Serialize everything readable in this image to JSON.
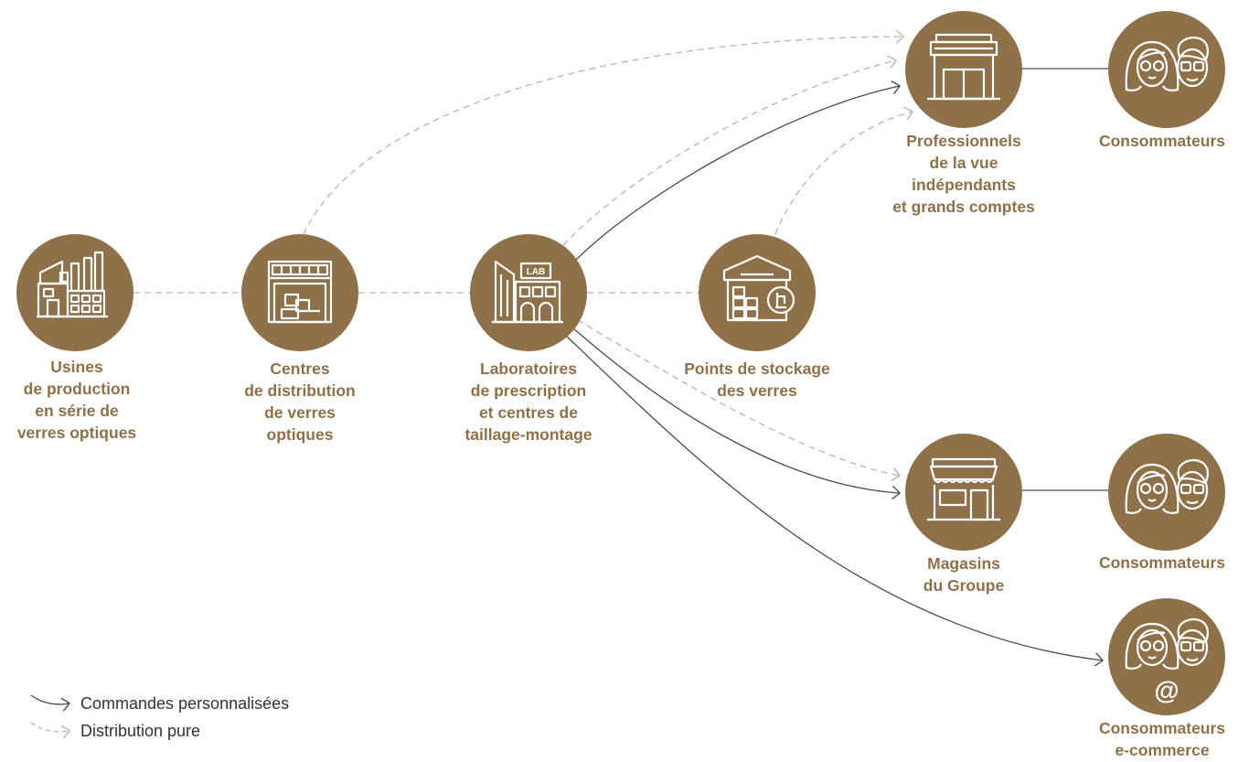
{
  "nodes": {
    "usines": {
      "lines": [
        "Usines",
        "de production",
        "en série de",
        "verres optiques"
      ],
      "icon": "factory-icon"
    },
    "centres": {
      "lines": [
        "Centres",
        "de distribution",
        "de verres",
        "optiques"
      ],
      "icon": "warehouse-icon"
    },
    "labos": {
      "lines": [
        "Laboratoires",
        "de prescription",
        "et centres de",
        "taillage-montage"
      ],
      "icon": "lab-building-icon",
      "icon_text": "LAB"
    },
    "stockage": {
      "lines": [
        "Points de stockage",
        "des verres"
      ],
      "icon": "storage-icon"
    },
    "pro": {
      "lines": [
        "Professionnels",
        "de la vue",
        "indépendants",
        "et grands comptes"
      ],
      "icon": "optician-shop-icon"
    },
    "magasins": {
      "lines": [
        "Magasins",
        "du Groupe"
      ],
      "icon": "group-store-icon"
    },
    "conso1": {
      "lines": [
        "Consommateurs"
      ],
      "icon": "consumers-icon"
    },
    "conso2": {
      "lines": [
        "Consommateurs"
      ],
      "icon": "consumers-icon"
    },
    "conso3": {
      "lines": [
        "Consommateurs",
        "e-commerce"
      ],
      "icon": "ecommerce-consumers-icon",
      "icon_text": "@"
    }
  },
  "legend": {
    "custom": "Commandes personnalisées",
    "pure": "Distribution pure"
  },
  "colors": {
    "brown": "#8E7049",
    "solid_line": "#4a4a4a",
    "dashed_line": "#b4b4b4"
  }
}
